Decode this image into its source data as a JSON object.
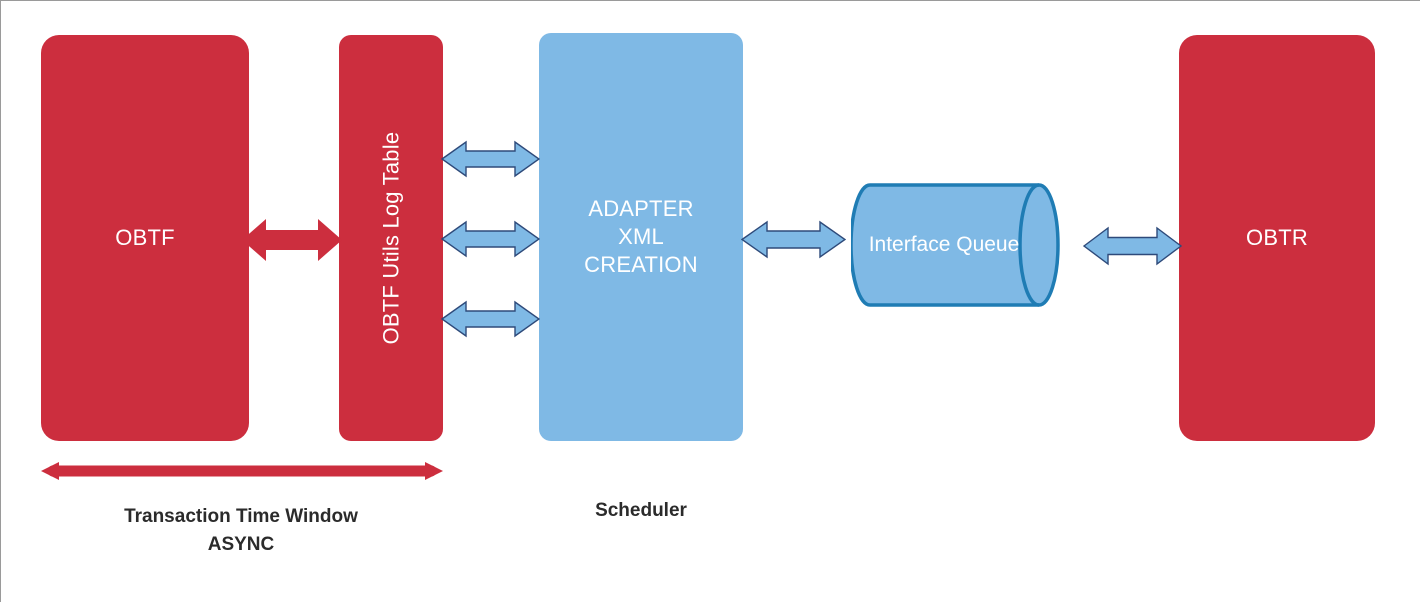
{
  "diagram": {
    "title": "OBTF to OBTR adapter interface flow",
    "colors": {
      "red_fill": "#CC2E3E",
      "blue_fill": "#7FB9E5",
      "blue_stroke": "#1F7CB4",
      "arrow_blue_stroke": "#2E4A7A",
      "caption_text": "#2b2b2b",
      "canvas_border": "#9a9a9a"
    },
    "nodes": [
      {
        "id": "obtf",
        "label": "OBTF",
        "shape": "rounded-rectangle",
        "fill": "red"
      },
      {
        "id": "utils-log",
        "label": "OBTF Utils Log Table",
        "shape": "rounded-rectangle",
        "fill": "red",
        "orientation": "vertical"
      },
      {
        "id": "adapter",
        "label": "ADAPTER\nXML\nCREATION",
        "shape": "rounded-rectangle",
        "fill": "blue"
      },
      {
        "id": "queue",
        "label": "Interface Queue",
        "shape": "cylinder",
        "fill": "blue"
      },
      {
        "id": "obtr",
        "label": "OBTR",
        "shape": "rounded-rectangle",
        "fill": "red"
      }
    ],
    "connectors": [
      {
        "id": "arrow-obtf-utils",
        "from": "obtf",
        "to": "utils-log",
        "style": "double-headed",
        "color": "red"
      },
      {
        "id": "arrow-utils-adapter-1",
        "from": "utils-log",
        "to": "adapter",
        "style": "double-headed",
        "color": "blue"
      },
      {
        "id": "arrow-utils-adapter-2",
        "from": "utils-log",
        "to": "adapter",
        "style": "double-headed",
        "color": "blue"
      },
      {
        "id": "arrow-utils-adapter-3",
        "from": "utils-log",
        "to": "adapter",
        "style": "double-headed",
        "color": "blue"
      },
      {
        "id": "arrow-adapter-queue",
        "from": "adapter",
        "to": "queue",
        "style": "double-headed",
        "color": "blue"
      },
      {
        "id": "arrow-queue-obtr",
        "from": "queue",
        "to": "obtr",
        "style": "double-headed",
        "color": "blue"
      },
      {
        "id": "span-arrow",
        "from": "obtf",
        "to": "utils-log",
        "style": "double-headed-line",
        "color": "red"
      }
    ],
    "captions": {
      "transaction_window": "Transaction Time Window\nASYNC",
      "scheduler": "Scheduler"
    }
  }
}
